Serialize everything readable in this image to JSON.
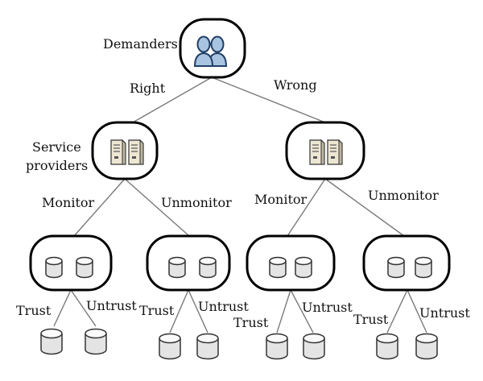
{
  "root": {
    "label": "Demanders",
    "icon": "users-icon"
  },
  "edges_level1": {
    "left": "Right",
    "right": "Wrong"
  },
  "service_providers": {
    "label_line1": "Service",
    "label_line2": "providers",
    "icon": "server-icon"
  },
  "edges_level2": {
    "left": {
      "a": "Monitor",
      "b": "Unmonitor"
    },
    "right": {
      "a": "Monitor",
      "b": "Unmonitor"
    }
  },
  "edges_level3": {
    "n1": {
      "a": "Trust",
      "b": "Untrust"
    },
    "n2": {
      "a": "Trust",
      "b": "Untrust"
    },
    "n3": {
      "a": "Trust",
      "b": "Untrust"
    },
    "n4": {
      "a": "Trust",
      "b": "Untrust"
    }
  },
  "icons": {
    "user": "user-icon",
    "server": "server-icon",
    "database": "database-icon"
  },
  "colors": {
    "user_fill": "#a9c4e0",
    "user_stroke": "#1f3f66",
    "line": "#7a7a7a",
    "box": "#000000"
  }
}
